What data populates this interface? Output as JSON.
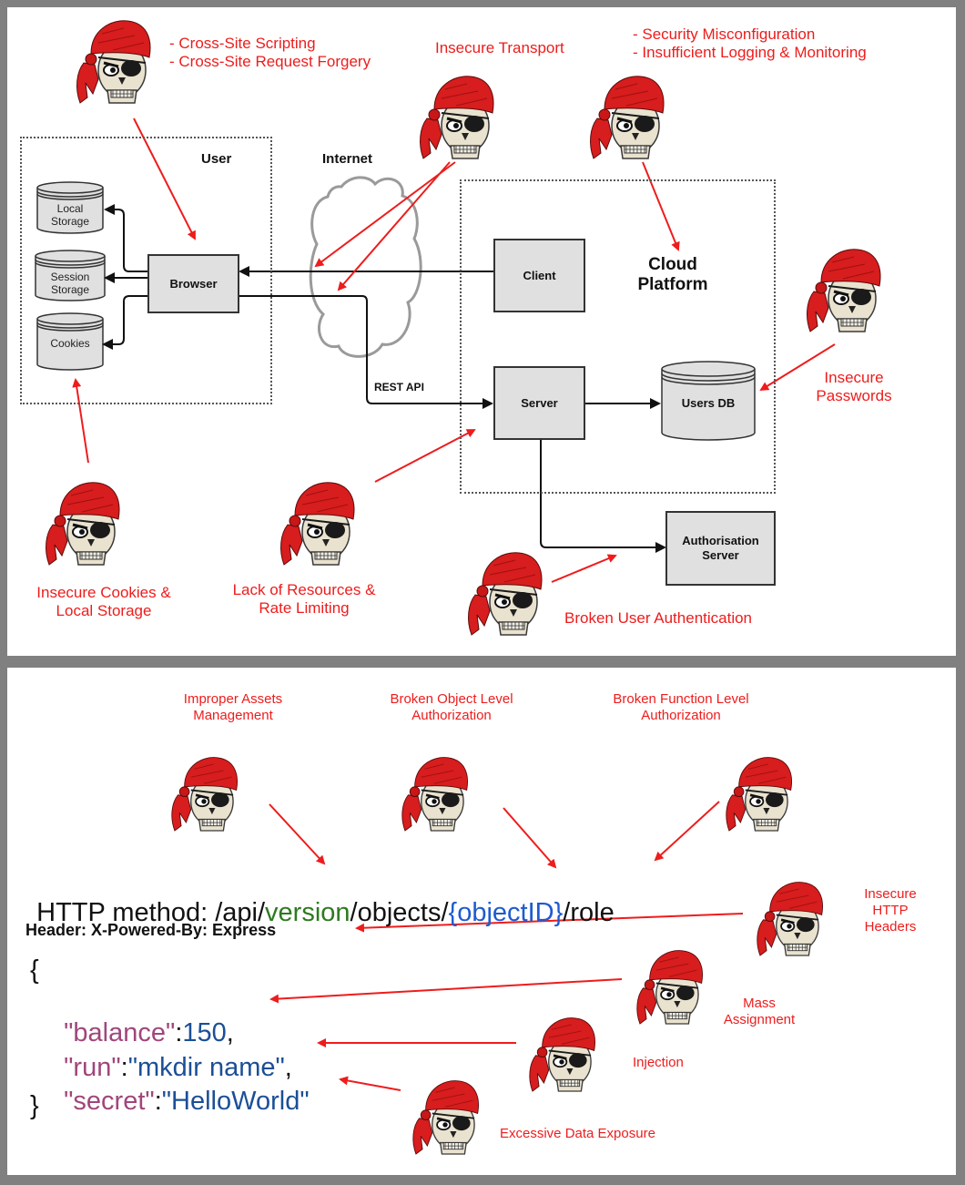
{
  "diagram_top": {
    "zones": {
      "user": "User",
      "internet": "Internet",
      "cloud": "Cloud\nPlatform"
    },
    "nodes": {
      "local_storage": "Local\nStorage",
      "session_storage": "Session\nStorage",
      "cookies": "Cookies",
      "browser": "Browser",
      "client": "Client",
      "server": "Server",
      "users_db": "Users DB",
      "auth_server": "Authorisation\nServer"
    },
    "edge_labels": {
      "rest_api": "REST API"
    },
    "threats": {
      "xss_csrf": "- Cross-Site Scripting\n- Cross-Site Request Forgery",
      "insecure_transport": "Insecure Transport",
      "misconfig_logging": "- Security Misconfiguration\n- Insufficient Logging & Monitoring",
      "insecure_passwords": "Insecure\nPasswords",
      "insecure_cookies": "Insecure Cookies &\nLocal Storage",
      "rate_limiting": "Lack of Resources &\nRate Limiting",
      "broken_auth": "Broken User Authentication"
    }
  },
  "diagram_bottom": {
    "threats": {
      "improper_assets": "Improper Assets\nManagement",
      "bola": "Broken Object Level\nAuthorization",
      "bfla": "Broken Function Level\nAuthorization",
      "insecure_headers": "Insecure\nHTTP\nHeaders",
      "mass_assignment": "Mass\nAssignment",
      "injection": "Injection",
      "excessive_data": "Excessive Data Exposure"
    },
    "request": {
      "prefix": "HTTP method: /api/",
      "version": "version",
      "objects": "/objects/",
      "object_id": "{objectID}",
      "suffix": "/role"
    },
    "header": "Header: X-Powered-By: Express",
    "body": {
      "open": "{",
      "close": "}",
      "lines": [
        {
          "key": "\"balance\"",
          "sep": ":",
          "value": "150",
          "end": ","
        },
        {
          "key": "\"run\"",
          "sep": ":",
          "value": "\"mkdir name\"",
          "end": ","
        },
        {
          "key": "\"secret\"",
          "sep": ":",
          "value": "\"HelloWorld\"",
          "end": ""
        }
      ]
    }
  },
  "colors": {
    "threat": "#ee1c1c",
    "background": "#808080",
    "node_fill": "#e0e0e0",
    "version": "#2d7a1f",
    "object_id": "#1e5bd0",
    "json_key": "#a0467a",
    "json_value": "#1b4f96"
  },
  "icons": {
    "attacker": "pirate-skull-icon"
  }
}
